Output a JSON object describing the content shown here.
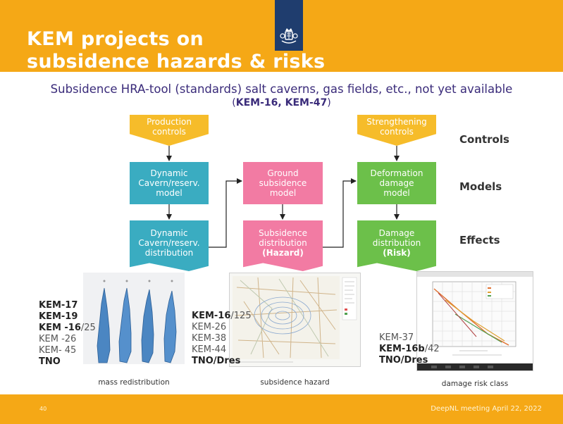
{
  "header": {
    "title_line1": "KEM projects on",
    "title_line2": "subsidence hazards & risks"
  },
  "subtitle": {
    "line1": "Subsidence HRA-tool (standards) salt caverns, gas fields, etc., not yet available",
    "line2_open": "(",
    "line2_bold": "KEM-16, KEM-47",
    "line2_close": ")"
  },
  "diagram": {
    "controls": {
      "production": "Production\ncontrols",
      "strengthening": "Strengthening\ncontrols"
    },
    "models": {
      "dynamic": "Dynamic\nCavern/reserv.\nmodel",
      "ground": "Ground\nsubsidence\nmodel",
      "deformation": "Deformation\ndamage\nmodel"
    },
    "effects": {
      "dynamic_dist": "Dynamic\nCavern/reserv.\ndistribution",
      "subsidence_dist": "Subsidence\ndistribution",
      "subsidence_tag": "(Hazard)",
      "damage_dist": "Damage\ndistribution",
      "damage_tag": "(Risk)"
    },
    "row_labels": {
      "controls": "Controls",
      "models": "Models",
      "effects": "Effects"
    }
  },
  "projects": {
    "left": [
      {
        "bold": "KEM-17",
        "rest": ""
      },
      {
        "bold": "KEM-19",
        "rest": ""
      },
      {
        "bold": "KEM -16",
        "rest": "/25"
      },
      {
        "bold": "",
        "rest": "KEM -26"
      },
      {
        "bold": "",
        "rest": "KEM- 45"
      },
      {
        "bold": "TNO",
        "rest": ""
      }
    ],
    "middle": [
      {
        "bold": "KEM-16",
        "rest": "/125"
      },
      {
        "bold": "",
        "rest": "KEM-26"
      },
      {
        "bold": "",
        "rest": "KEM-38"
      },
      {
        "bold": "",
        "rest": "KEM-44"
      },
      {
        "bold": "TNO/Dres",
        "rest": ""
      }
    ],
    "right": [
      {
        "bold": "",
        "rest": "KEM-37"
      },
      {
        "bold": "KEM-16b",
        "rest": "/42"
      },
      {
        "bold": "TNO/Dres",
        "rest": ""
      }
    ]
  },
  "captions": {
    "left": "mass redistribution",
    "middle": "subsidence hazard",
    "right": "damage risk class"
  },
  "footer": {
    "page": "40",
    "text": "DeepNL meeting April 22, 2022"
  },
  "colors": {
    "header": "#f5a816",
    "teal": "#3aacc1",
    "pink": "#f27ba3",
    "green": "#6cc04a",
    "control": "#f6bc2a",
    "subtitle": "#3a2b7a"
  },
  "icons": [
    "royal-coat-of-arms-icon"
  ]
}
